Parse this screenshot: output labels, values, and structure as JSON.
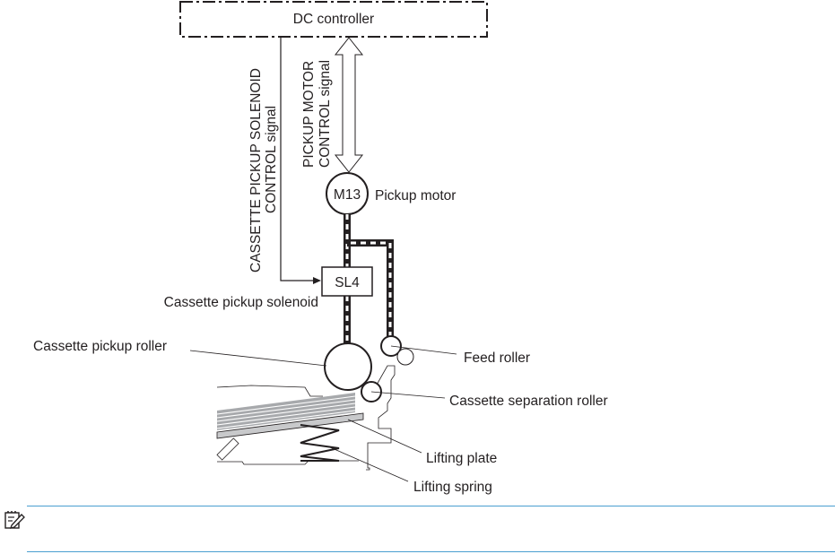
{
  "diagram": {
    "title": "Cassette pickup mechanism",
    "nodes": {
      "dc_controller": "DC controller",
      "pickup_motor_id": "M13",
      "pickup_motor_label": "Pickup motor",
      "solenoid_id": "SL4",
      "solenoid_label": "Cassette pickup solenoid",
      "pickup_roller_label": "Cassette pickup roller",
      "feed_roller_label": "Feed roller",
      "separation_roller_label": "Cassette separation roller",
      "lifting_plate_label": "Lifting plate",
      "lifting_spring_label": "Lifting spring"
    },
    "signals": {
      "solenoid_signal_line1": "CASSETTE PICKUP SOLENOID",
      "solenoid_signal_line2": "CONTROL signal",
      "motor_signal_line1": "PICKUP MOTOR",
      "motor_signal_line2": "CONTROL signal"
    },
    "colors": {
      "line": "#231f20",
      "paper_stack": "#a7a9ac",
      "note_rule": "#4a9fd0"
    }
  },
  "note": {
    "icon": "note-pencil-icon",
    "text": ""
  }
}
